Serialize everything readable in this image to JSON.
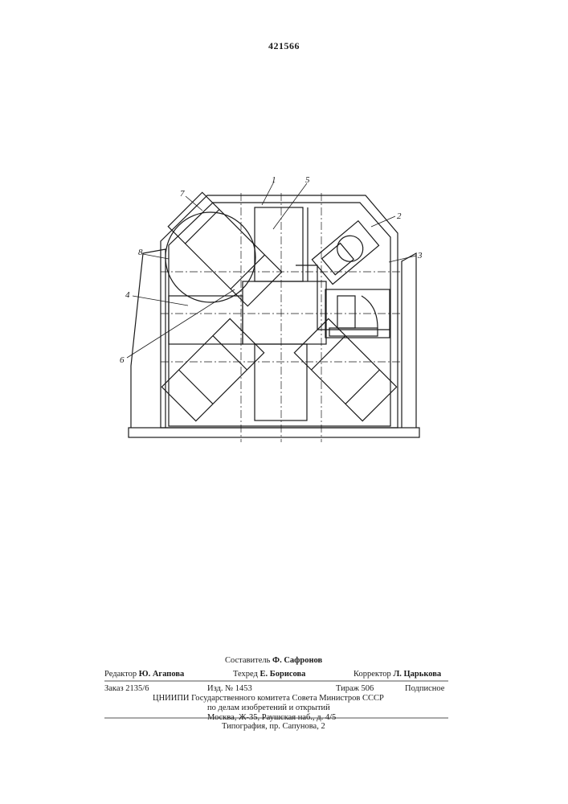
{
  "patent_number": "421566",
  "figure_labels": [
    "1",
    "2",
    "3",
    "4",
    "5",
    "6",
    "7",
    "8"
  ],
  "footer": {
    "compiler_label": "Составитель",
    "compiler_name": "Ф. Сафронов",
    "editor_label": "Редактор",
    "editor_name": "Ю. Агапова",
    "techred_label": "Техред",
    "techred_name": "Е. Борисова",
    "corrector_label": "Корректор",
    "corrector_name": "Л. Царькова",
    "order": "Заказ 2135/6",
    "edition": "Изд. № 1453",
    "print_run": "Тираж 506",
    "subscription": "Подписное",
    "org_line": "ЦНИИПИ Государственного комитета Совета Министров СССР",
    "org_line2": "по делам изобретений и открытий",
    "address": "Москва, Ж-35, Раушская наб., д. 4/5",
    "printer": "Типография, пр. Сапунова, 2"
  }
}
